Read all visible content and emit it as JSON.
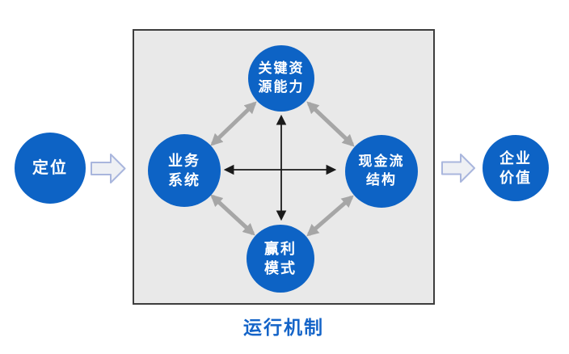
{
  "diagram": {
    "nodes": {
      "positioning": {
        "label": "定位"
      },
      "key_resources": {
        "line1": "关键资",
        "line2": "源能力"
      },
      "business_system": {
        "line1": "业务",
        "line2": "系统"
      },
      "cashflow_structure": {
        "line1": "现金流",
        "line2": "结构"
      },
      "profit_model": {
        "line1": "赢利",
        "line2": "模式"
      },
      "enterprise_value": {
        "line1": "企业",
        "line2": "价值"
      }
    },
    "caption": "运行机制",
    "icons": {
      "flow_arrow_left": "block-arrow-right",
      "flow_arrow_right": "block-arrow-right",
      "diagonal_connectors": "double-headed-arrow",
      "cross_connectors": "double-headed-arrow"
    }
  },
  "colors": {
    "circle_blue": "#0d63c5",
    "box_fill": "#e9e9e9",
    "box_border": "#3d3d3d",
    "gray_arrow": "#a6a6a6",
    "black_arrow": "#1a1a1a",
    "caption_blue": "#1464c8",
    "block_arrow_fill": "#eef0f4",
    "block_arrow_border": "#a9b6dd"
  }
}
